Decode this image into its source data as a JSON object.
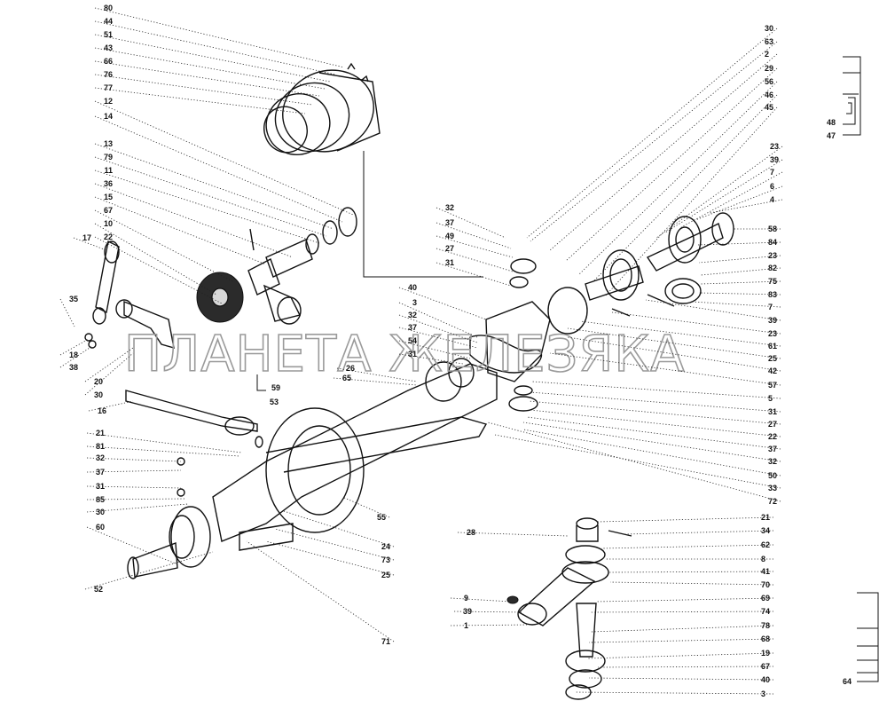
{
  "watermark": "ПЛАНЕТА ЖЕЛЕЗЯКА",
  "callouts_top_left": [
    "80",
    "44",
    "51",
    "43",
    "66",
    "76",
    "77",
    "12",
    "14",
    "13",
    "79",
    "11",
    "36",
    "15",
    "67",
    "10",
    "22"
  ],
  "callouts_left": [
    "17",
    "35",
    "18",
    "38",
    "20",
    "30",
    "16",
    "21",
    "81",
    "32",
    "37",
    "31",
    "85",
    "30",
    "60",
    "52"
  ],
  "callouts_mid_left": [
    "40",
    "3",
    "32",
    "37",
    "54",
    "31",
    "26",
    "65"
  ],
  "callouts_hub_group": [
    "32",
    "37",
    "49",
    "27",
    "31"
  ],
  "callouts_right": [
    "30",
    "63",
    "2",
    "29",
    "56",
    "46",
    "45",
    "23",
    "39",
    "7",
    "6",
    "4",
    "58",
    "84",
    "23",
    "82",
    "75",
    "83",
    "7",
    "39",
    "23",
    "61",
    "25",
    "42",
    "57",
    "5",
    "31",
    "27",
    "22",
    "37",
    "32",
    "50",
    "33",
    "72"
  ],
  "callouts_bottom_mid": [
    "53",
    "59",
    "55",
    "24",
    "73",
    "25",
    "71"
  ],
  "callouts_bottom_right": [
    "21",
    "34",
    "62",
    "8",
    "41",
    "70",
    "69",
    "74",
    "78",
    "68",
    "19",
    "67",
    "40",
    "3"
  ],
  "callouts_bottom_right_left": [
    "28",
    "9",
    "39",
    "1"
  ],
  "bracket_top_right": [
    "48",
    "47"
  ],
  "bracket_bottom_right": [
    "64"
  ]
}
